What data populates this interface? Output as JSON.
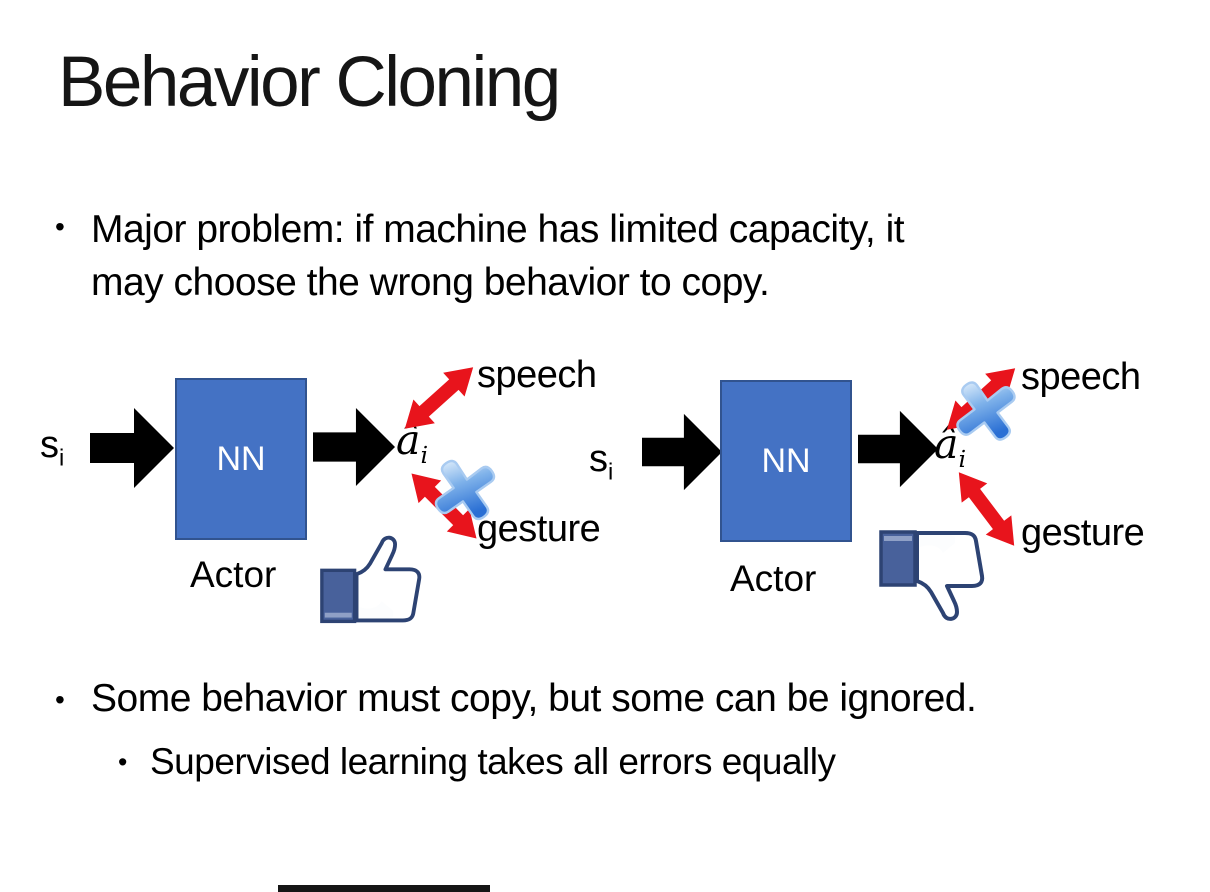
{
  "slide_title": "Behavior Cloning",
  "bullet_1": {
    "marker": "•",
    "line1": "Major problem: if machine has limited capacity, it",
    "line2": "may choose the wrong behavior to copy."
  },
  "bullet_2": {
    "marker": "•",
    "text": "Some behavior must copy, but some can be ignored."
  },
  "bullet_2_sub": {
    "marker": "•",
    "text": "Supervised learning takes all errors equally"
  },
  "diagram_left": {
    "input_label": "s",
    "input_subscript": "i",
    "box_label": "NN",
    "output_label": "â",
    "output_subscript": "i",
    "speech_label": "speech",
    "gesture_label": "gesture",
    "actor_label": "Actor",
    "crossed_out_action": "gesture",
    "feedback_icon": "thumbs-up"
  },
  "diagram_right": {
    "input_label": "s",
    "input_subscript": "i",
    "box_label": "NN",
    "output_label": "â",
    "output_subscript": "i",
    "speech_label": "speech",
    "gesture_label": "gesture",
    "actor_label": "Actor",
    "crossed_out_action": "speech",
    "feedback_icon": "thumbs-down"
  },
  "colors": {
    "nn_box_fill": "#4472c4",
    "nn_box_border": "#31538f",
    "black_arrow": "#000000",
    "red_arrow": "#e8141c",
    "cross_blue": "#3f83dc",
    "thumb_outline": "#2d4373",
    "thumb_cuff": "#48619b",
    "title_text": "#151515"
  }
}
